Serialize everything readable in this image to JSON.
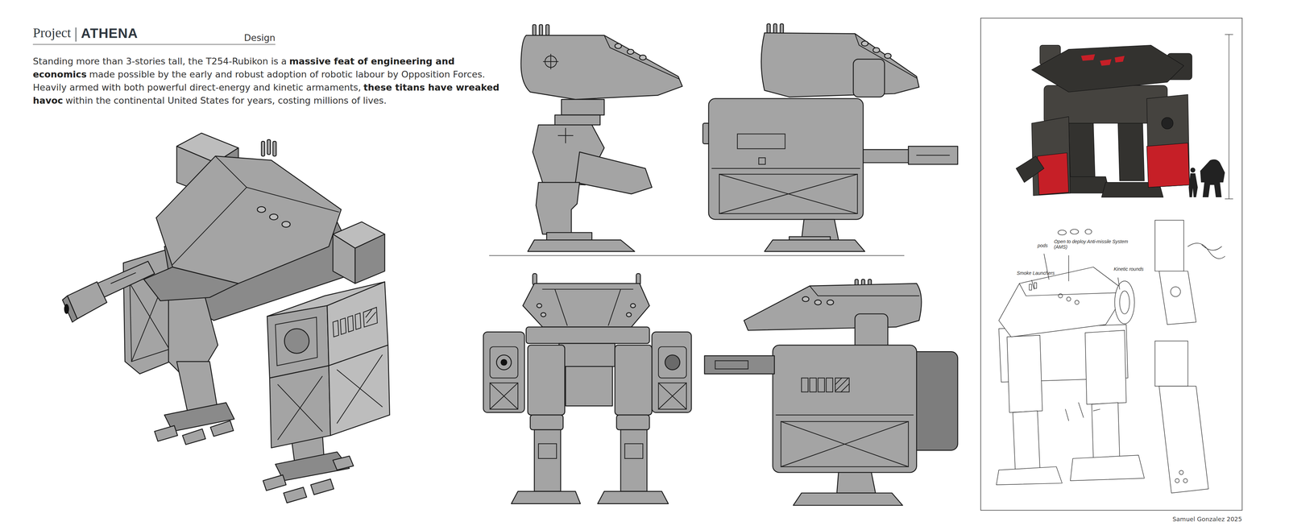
{
  "diagram": {
    "title": "ATHENA",
    "labels": [
      "Project",
      "Design",
      "Standing more than 3-stories tall, the T254-Rubikon is a",
      "massive feat of engineering and economics",
      "made possible by the early and robust adoption of robotic labour by Opposition Forces. Heavily armed with both powerful direct-energy and kinetic armaments,",
      "these titans have wreaked havoc",
      "within the continental United States for years, costing millions of lives.",
      "pods",
      "Open to deploy Anti-missile System (AMS)",
      "Smoke Launchers",
      "Kinetic rounds",
      "Samuel Gonzalez 2025"
    ]
  }
}
